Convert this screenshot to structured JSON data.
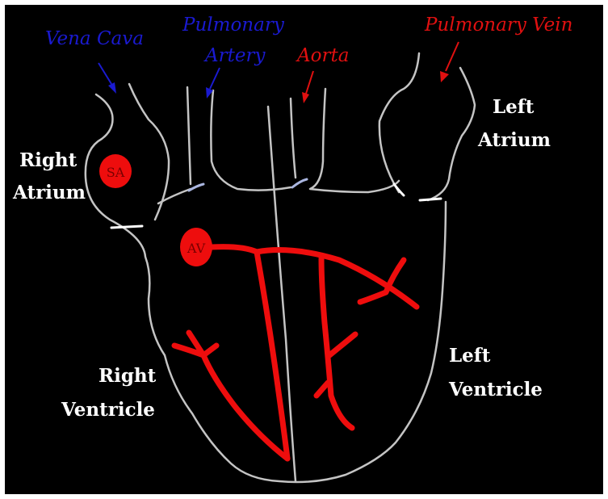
{
  "colors": {
    "background": "#000000",
    "outline": "#c4c4c4",
    "conduction": "#ee0d0d",
    "deoxygenated_label": "#1a1ad0",
    "oxygenated_label": "#e01010",
    "chamber_label": "#ffffff"
  },
  "vessels": {
    "vena_cava": "Vena Cava",
    "pulmonary_artery_line1": "Pulmonary",
    "pulmonary_artery_line2": "Artery",
    "aorta": "Aorta",
    "pulmonary_vein": "Pulmonary Vein"
  },
  "chambers": {
    "right_atrium_line1": "Right",
    "right_atrium_line2": "Atrium",
    "left_atrium_line1": "Left",
    "left_atrium_line2": "Atrium",
    "right_ventricle_line1": "Right",
    "right_ventricle_line2": "Ventricle",
    "left_ventricle_line1": "Left",
    "left_ventricle_line2": "Ventricle"
  },
  "nodes": {
    "sa": "SA",
    "av": "AV"
  }
}
